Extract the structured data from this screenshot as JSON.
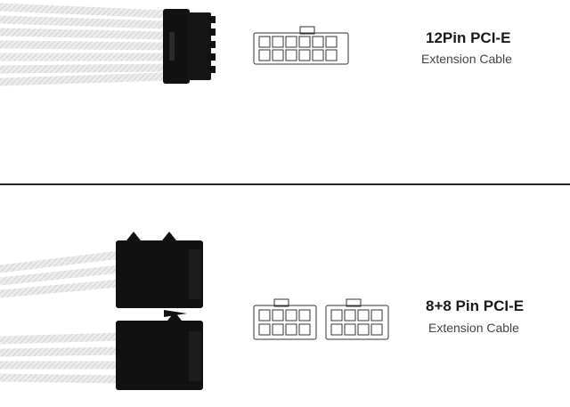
{
  "colors": {
    "background": "#ffffff",
    "divider": "#222222",
    "connector": "#111111",
    "sleeve": "#e8e8e8"
  },
  "icons": {
    "cable_top": "sleeved-cable-12pin-icon",
    "pinout_top": "12pin-pinout-icon",
    "cable_bottom": "sleeved-cable-dual-8pin-icon",
    "pinout_bottom": "dual-8pin-pinout-icon"
  },
  "products": [
    {
      "title": "12Pin PCI-E",
      "subtitle": "Extension Cable"
    },
    {
      "title": "8+8 Pin PCI-E",
      "subtitle": "Extension Cable"
    }
  ]
}
